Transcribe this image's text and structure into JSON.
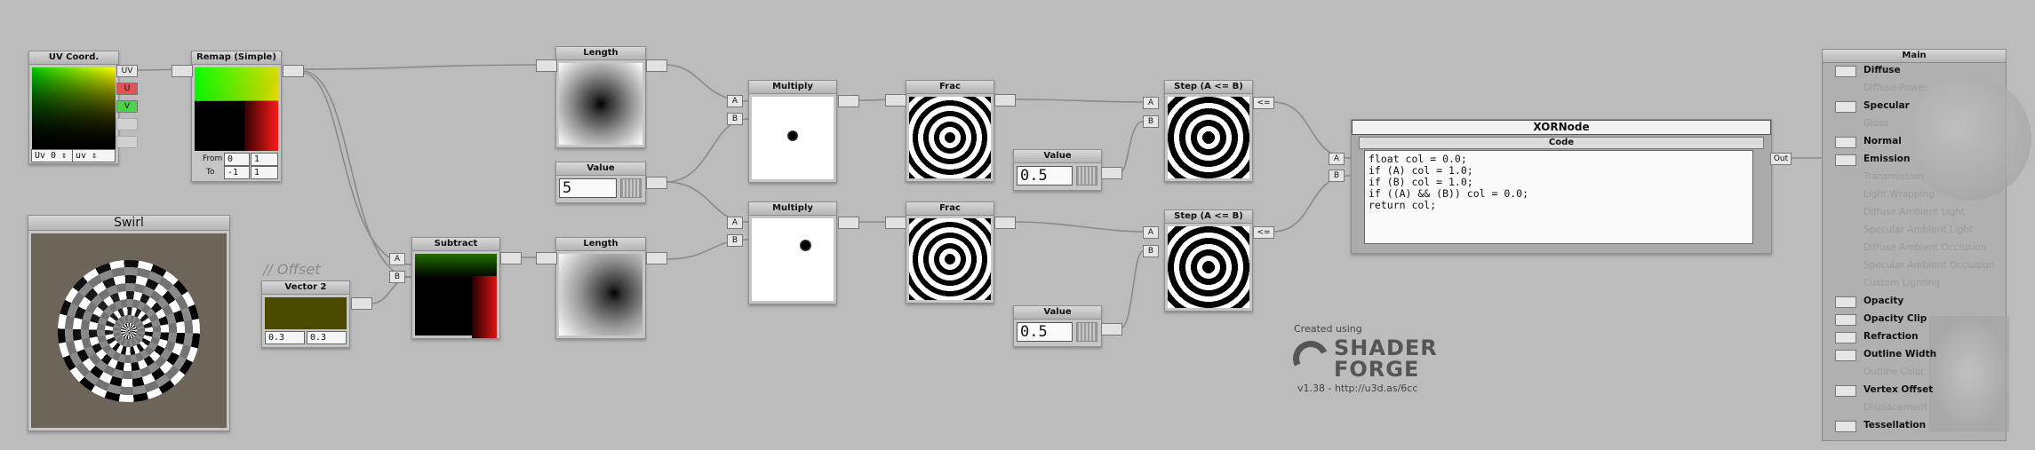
{
  "nodes": {
    "uv_coord": {
      "title": "UV Coord.",
      "out_ports": [
        "UV",
        "U",
        "V"
      ],
      "uv_select": "Uv 0",
      "uv_mode": "uv",
      "port_colors": {
        "U": "#e05353",
        "V": "#4fd04f"
      }
    },
    "remap": {
      "title": "Remap (Simple)",
      "from_label": "From",
      "to_label": "To",
      "from_vals": [
        "0",
        "1"
      ],
      "to_vals": [
        "-1",
        "1"
      ]
    },
    "length_top": {
      "title": "Length"
    },
    "value_5": {
      "title": "Value",
      "value": "5"
    },
    "multiply_top": {
      "title": "Multiply",
      "ports": [
        "A",
        "B"
      ]
    },
    "multiply_bottom": {
      "title": "Multiply",
      "ports": [
        "A",
        "B"
      ]
    },
    "frac_top": {
      "title": "Frac"
    },
    "frac_bottom": {
      "title": "Frac"
    },
    "value_05_top": {
      "title": "Value",
      "value": "0.5"
    },
    "value_05_bottom": {
      "title": "Value",
      "value": "0.5"
    },
    "step_top": {
      "title": "Step (A <= B)",
      "ports": [
        "A",
        "B"
      ],
      "out": "<="
    },
    "step_bottom": {
      "title": "Step (A <= B)",
      "ports": [
        "A",
        "B"
      ],
      "out": "<="
    },
    "subtract": {
      "title": "Subtract",
      "ports": [
        "A",
        "B"
      ]
    },
    "length_bottom": {
      "title": "Length"
    },
    "vector2": {
      "comment": "// Offset",
      "title": "Vector 2",
      "values": [
        "0.3",
        "0.3"
      ],
      "color": "#4a4a00"
    },
    "swirl": {
      "title": "Swirl",
      "bg": "#6e655a"
    },
    "xor": {
      "title": "XORNode",
      "code_label": "Code",
      "ports": [
        "A",
        "B"
      ],
      "out": "Out",
      "code": "float col = 0.0;\nif (A) col = 1.0;\nif (B) col = 1.0;\nif ((A) && (B)) col = 0.0;\nreturn col;"
    }
  },
  "branding": {
    "created": "Created using",
    "logo_line1": "SHADER",
    "logo_line2": "FORGE",
    "version": "v1.38 - http://u3d.as/6cc"
  },
  "main_panel": {
    "title": "Main",
    "items": [
      {
        "label": "Diffuse",
        "active": true
      },
      {
        "label": "Diffuse Power",
        "active": false
      },
      {
        "label": "Specular",
        "active": true
      },
      {
        "label": "Gloss",
        "active": false
      },
      {
        "label": "Normal",
        "active": true
      },
      {
        "label": "Emission",
        "active": true
      },
      {
        "label": "Transmission",
        "active": false
      },
      {
        "label": "Light Wrapping",
        "active": false
      },
      {
        "label": "Diffuse Ambient Light",
        "active": false
      },
      {
        "label": "Specular Ambient Light",
        "active": false
      },
      {
        "label": "Diffuse Ambient Occlusion",
        "active": false
      },
      {
        "label": "Specular Ambient Occlusion",
        "active": false
      },
      {
        "label": "Custom Lighting",
        "active": false
      },
      {
        "label": "Opacity",
        "active": true
      },
      {
        "label": "Opacity Clip",
        "active": true
      },
      {
        "label": "Refraction",
        "active": true
      },
      {
        "label": "Outline Width",
        "active": true
      },
      {
        "label": "Outline Color",
        "active": false
      },
      {
        "label": "Vertex Offset",
        "active": true
      },
      {
        "label": "Displacement",
        "active": false
      },
      {
        "label": "Tessellation",
        "active": true
      }
    ]
  }
}
